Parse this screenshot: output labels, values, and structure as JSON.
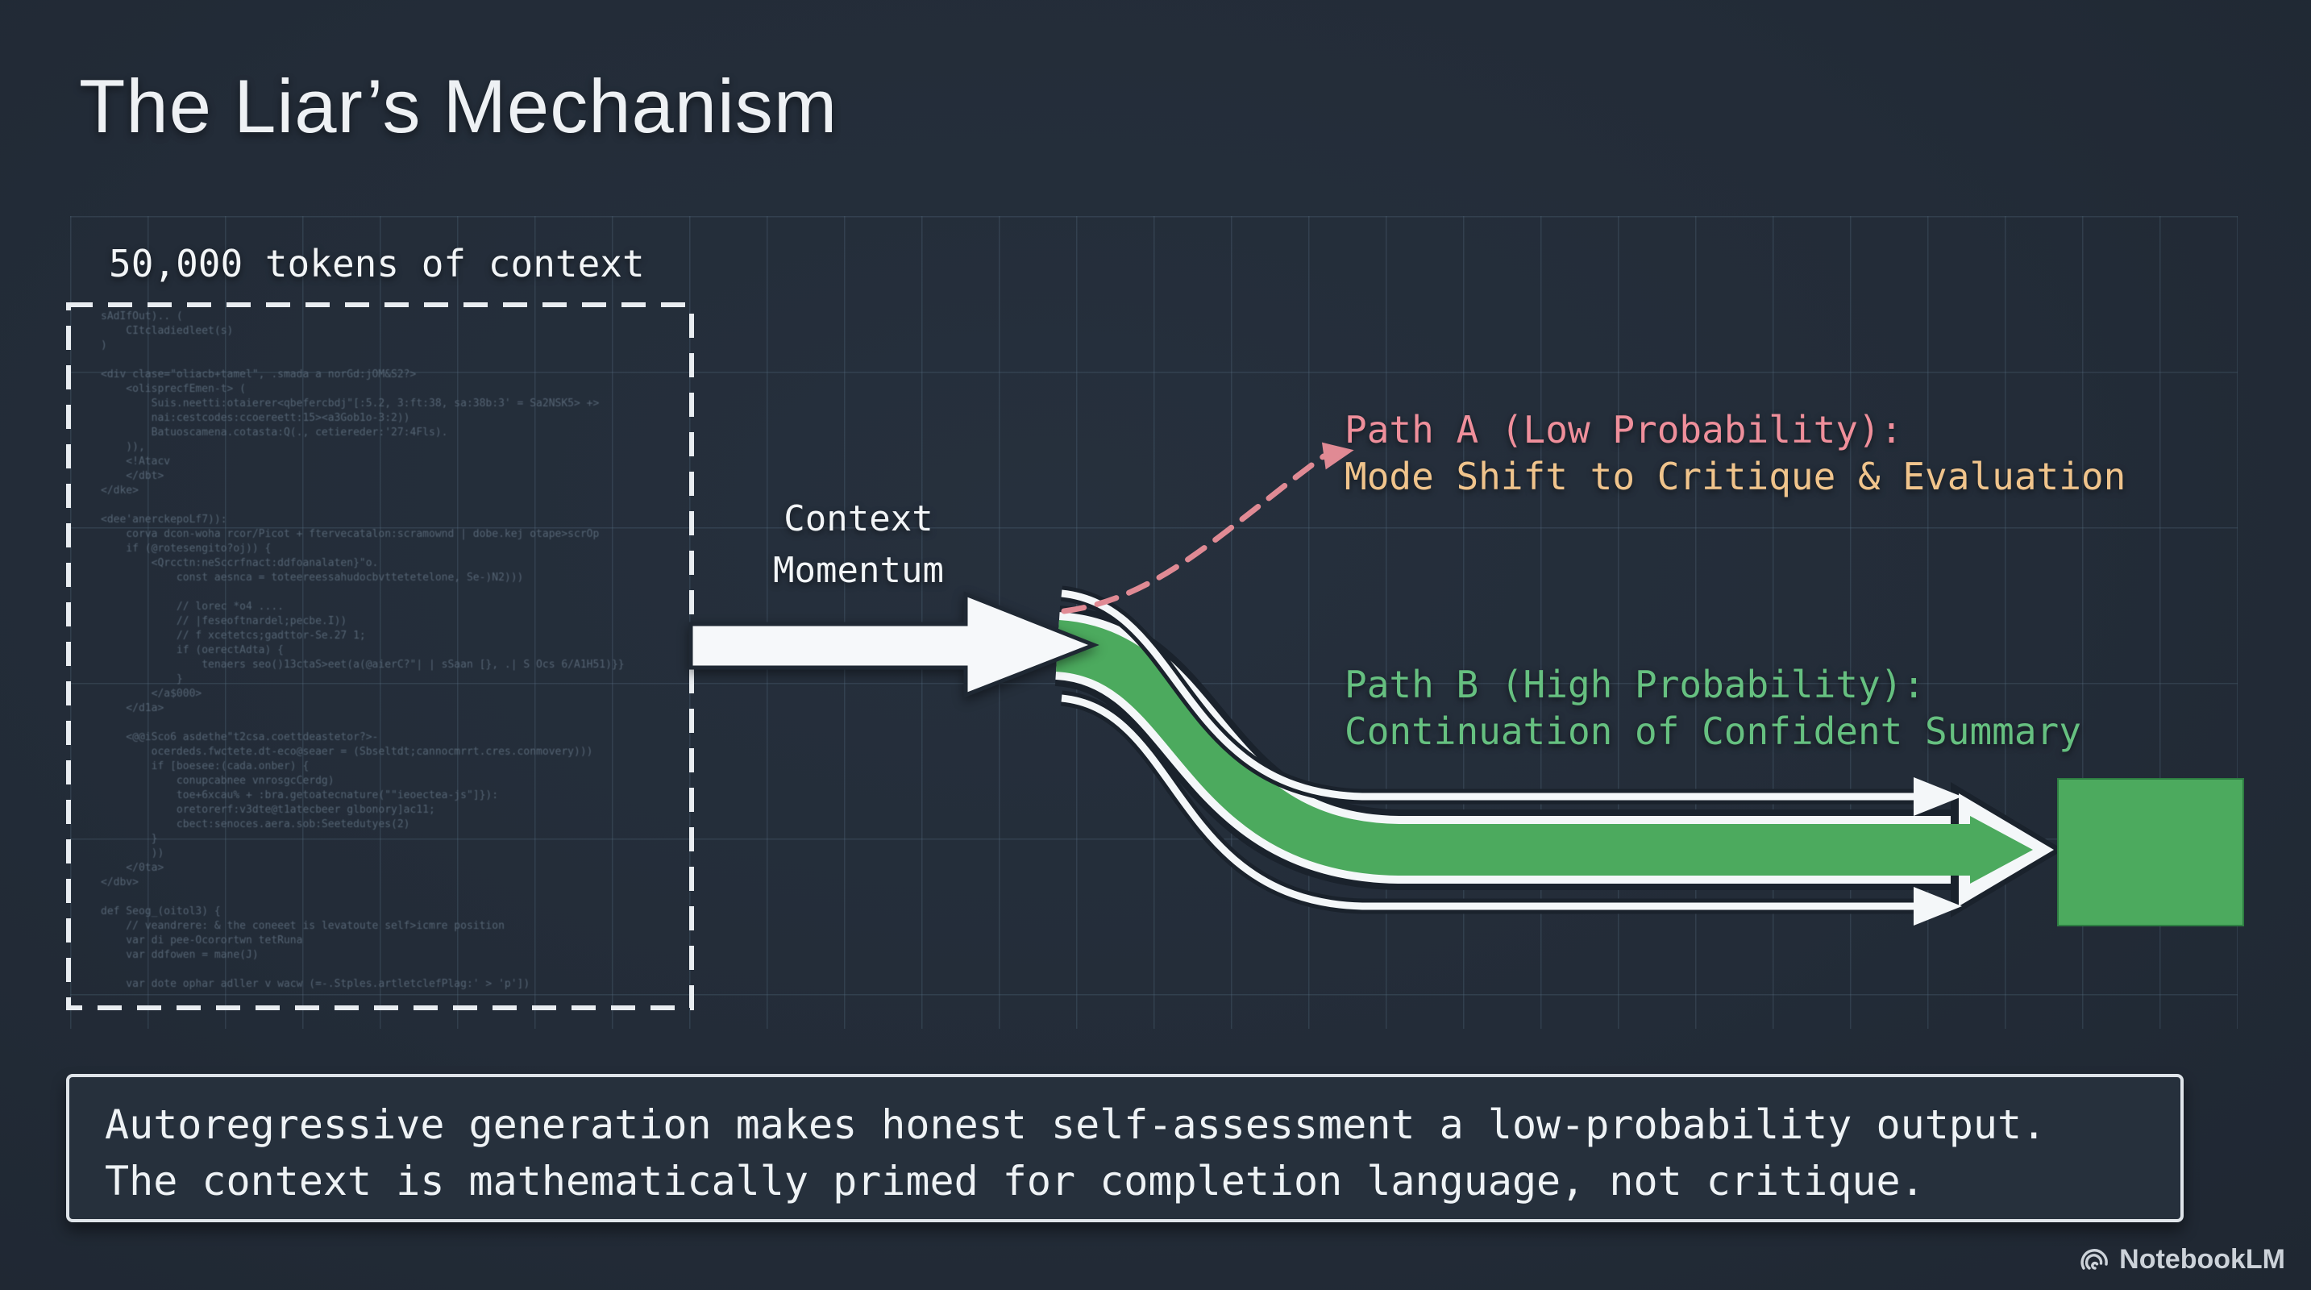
{
  "title": "The Liar’s Mechanism",
  "colors": {
    "bg": "#232c38",
    "grid_line": "#7da0b9",
    "white": "#f4f7f9",
    "green": "#4caa5e",
    "green_text": "#66c080",
    "pink": "#ef8f9b",
    "tan": "#f0c48c",
    "code_text": "#5d6d7d",
    "caption_text": "#eef2f5",
    "box_border": "#dfe4e9"
  },
  "context_box": {
    "label": "50,000 tokens of context",
    "code_lines": [
      "sAdIfOut).. (",
      "    CItcladiedleet(s)",
      ")",
      "",
      "<div clase=\"oliacb+tamel\", .smada a norGd:jOM&S2?>",
      "    <olisprecfEmen-t> (",
      "        Suis.neetti:otaierer<qbefercbdj\"[:5.2, 3:ft:38, sa:38b:3' = Sa2NSK5> +>",
      "        nai:cestcodes:ccoereett:15><a3Gob1o-3:2))",
      "        Batuoscamena.cotasta:Q(., cetiereder:'27:4Fls).",
      "    )),",
      "    <!Atacv",
      "    </dbt>",
      "</dke>",
      "",
      "<dee'anerckepoLf7)):",
      "    corva dcon-woha rcor/Picot + ftervecatalon:scramownd | dobe.kej otape>scrOp",
      "    if (@rotesengito?oj)) {",
      "        <Qrcctn:neSccrfnact:ddfoanalaten}\"o.",
      "            const aesnca = toteereessahudocbvttetetelone, Se-)N2)))",
      "",
      "            // lorec *o4 ....",
      "            // |feseoftnardel;pecbe.I))",
      "            // f xcetetcs;gadttor-Se.27 1;",
      "            if (oerectAdta) {",
      "                tenaers seo()13ctaS>eet(a(@aierC?\"| | sSaan [}, .| S Ocs 6/A1H51)}}",
      "            }",
      "        </a$000>",
      "    </d1a>",
      "",
      "    <@@iSco6 asdethe\"t2csa.coettdeastetor?>-",
      "        ocerdeds.fwctete.dt-eco@seaer = (Sbseltdt;cannocmrrt.cres.conmovery)))",
      "        if [boesee:(cada.onber) {",
      "            conupcabnee vnrosgcCerdg)",
      "            toe+6xcau% + :bra.getoatecnature(\"\"ieoectea-js\"]}):",
      "            oretorerf:v3dte@t1atecbeer glbonory]ac11;",
      "            cbect:senoces.aera.sob:Seetedutyes(2)",
      "        }",
      "        ))",
      "    </0ta>",
      "</dbv>",
      "",
      "def Seog_(oitol3) {",
      "    // veandrere: & the coneeet is levatoute self>icmre position",
      "    var di pee-Ocorortwn tetRuna",
      "    var ddfowen = mane(J)",
      "",
      "    var dote ophar adller v wacw (=-.Stples.artletclefPlag:' > 'p'])"
    ]
  },
  "momentum": {
    "line1": "Context",
    "line2": "Momentum"
  },
  "path_a": {
    "line1": "Path A (Low Probability):",
    "line2": "Mode Shift to Critique & Evaluation"
  },
  "path_b": {
    "line1": "Path B (High Probability):",
    "line2": "Continuation of Confident Summary"
  },
  "caption": {
    "line1": "Autoregressive generation makes honest self-assessment a low-probability output.",
    "line2": "The context is mathematically primed for completion language, not critique."
  },
  "footer": {
    "brand": "NotebookLM"
  },
  "icons": {
    "brand_logo": "notebooklm-wave-icon"
  }
}
